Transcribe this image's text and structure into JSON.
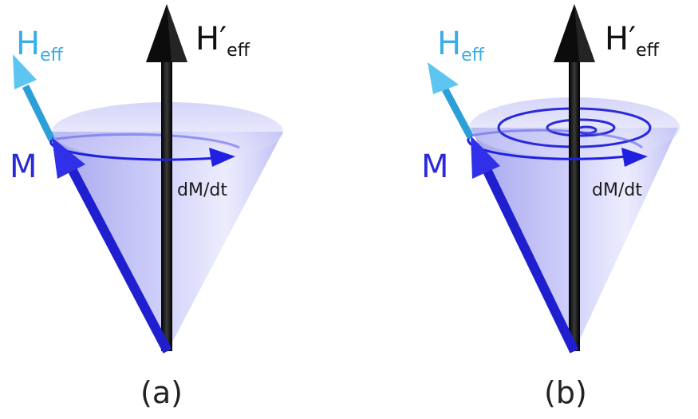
{
  "colors": {
    "heff": "#3aaee6",
    "heff_prime": "#111111",
    "magnetization": "#2a2ad6",
    "cone": "#8c8cf0",
    "text": "#1a1a1a"
  },
  "labels": {
    "heff_main": "H",
    "heff_sub": "eff",
    "heff_prime_main": "H′",
    "heff_prime_sub": "eff",
    "magnetization": "M",
    "derivative": "dM/dt"
  },
  "panels": [
    {
      "label": "(a)",
      "trajectory": "circular-precession"
    },
    {
      "label": "(b)",
      "trajectory": "damped-spiral-precession"
    }
  ]
}
